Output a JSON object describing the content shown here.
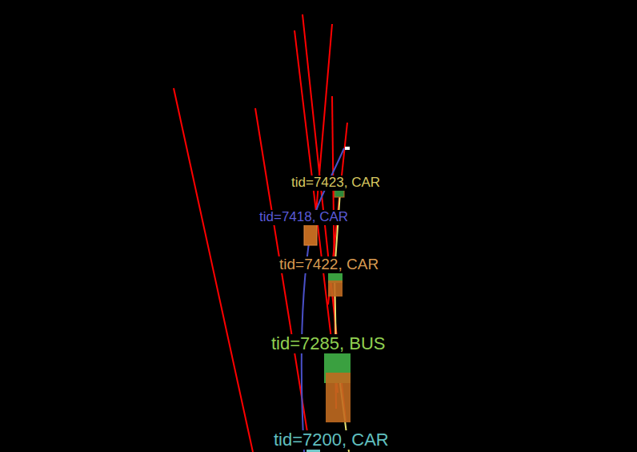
{
  "diagram": {
    "labels": [
      "tid=7423, CAR",
      "tid=7418, CAR",
      "tid=7422, CAR",
      "tid=7285, BUS",
      "tid=7200, CAR"
    ]
  }
}
